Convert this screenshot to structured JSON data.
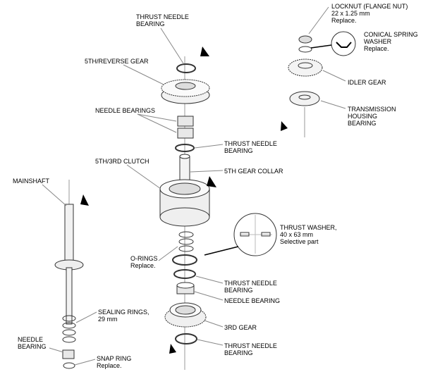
{
  "labels": {
    "thrust_top": [
      "THRUST NEEDLE",
      "BEARING"
    ],
    "fifth_reverse": [
      "5TH/REVERSE GEAR"
    ],
    "needle_bearings": [
      "NEEDLE BEARINGS"
    ],
    "thrust_2": [
      "THRUST NEEDLE",
      "BEARING"
    ],
    "clutch": [
      "5TH/3RD CLUTCH"
    ],
    "collar": [
      "5TH GEAR COLLAR"
    ],
    "mainshaft": [
      "MAINSHAFT"
    ],
    "thrust_washer": [
      "THRUST WASHER,",
      "40 x 63 mm",
      "Selective part"
    ],
    "orings": [
      "O-RINGS",
      "Replace."
    ],
    "thrust_3": [
      "THRUST NEEDLE",
      "BEARING"
    ],
    "needle_bearing": [
      "NEEDLE BEARING"
    ],
    "sealing_rings": [
      "SEALING RINGS,",
      "29 mm"
    ],
    "third_gear": [
      "3RD GEAR"
    ],
    "needle_bearing_left": [
      "NEEDLE",
      "BEARING"
    ],
    "thrust_4": [
      "THRUST NEEDLE",
      "BEARING"
    ],
    "snap_ring": [
      "SNAP RING",
      "Replace."
    ],
    "locknut": [
      "LOCKNUT (FLANGE NUT)",
      "22 x 1.25 mm",
      "Replace."
    ],
    "conical": [
      "CONICAL SPRING",
      "WASHER",
      "Replace."
    ],
    "idler": [
      "IDLER GEAR"
    ],
    "housing_bearing": [
      "TRANSMISSION",
      "HOUSING",
      "BEARING"
    ]
  }
}
